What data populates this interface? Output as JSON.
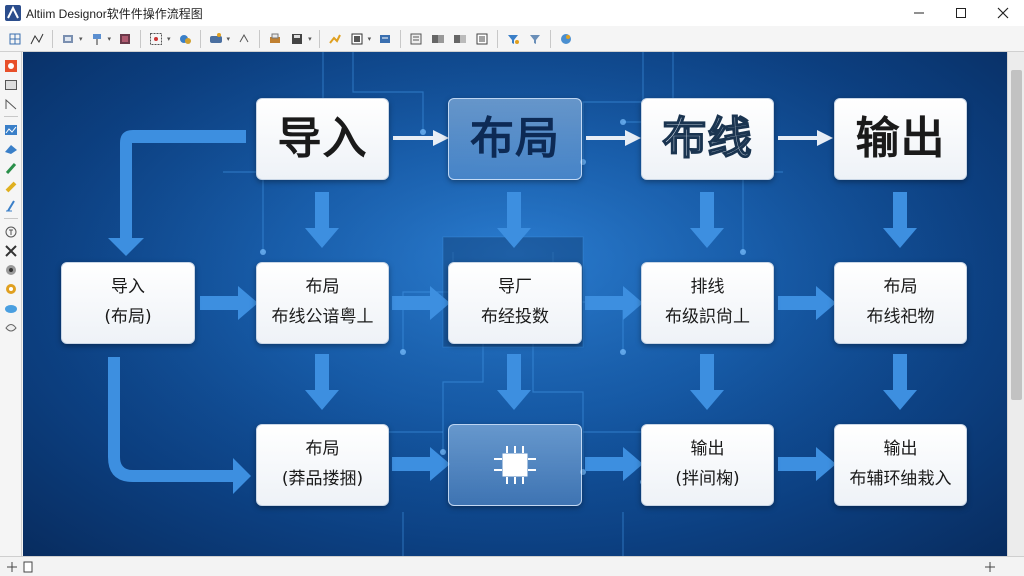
{
  "window": {
    "title": "Altiim Designor软件件操作流程图"
  },
  "toolbar": {
    "icons": [
      "grid-icon",
      "wire-icon",
      "bus-icon",
      "net-label-icon",
      "port-icon",
      "power-icon",
      "component-icon",
      "move-icon",
      "rotate-icon",
      "zoom-icon",
      "print-icon",
      "save-icon",
      "route-icon",
      "place-icon",
      "drc-icon",
      "report-icon",
      "board-icon",
      "layer-icon",
      "measure-icon",
      "help-icon"
    ]
  },
  "flow": {
    "top": [
      {
        "label": "导入"
      },
      {
        "label": "布局"
      },
      {
        "label": "布线"
      },
      {
        "label": "输出"
      }
    ],
    "middle": [
      {
        "line1": "导入",
        "line2": "(布局)"
      },
      {
        "line1": "布局",
        "line2": "布线公谙粤丄"
      },
      {
        "line1": "导厂",
        "line2": "布经投数"
      },
      {
        "line1": "排线",
        "line2": "布级䛊尙丄"
      },
      {
        "line1": "布局",
        "line2": "布线祀物"
      }
    ],
    "bottom": [
      {
        "line1": "布局",
        "line2": "(莽品搂捆)"
      },
      {
        "line1": "",
        "line2": ""
      },
      {
        "line1": "输出",
        "line2": "(拌间椈)"
      },
      {
        "line1": "输出",
        "line2": "布辅环䌷栽入"
      }
    ]
  },
  "colors": {
    "canvas_center": "#1f6fc0",
    "canvas_edge": "#082c5f",
    "arrow": "#3d8fe0",
    "circuit": "#4aa0f0"
  }
}
